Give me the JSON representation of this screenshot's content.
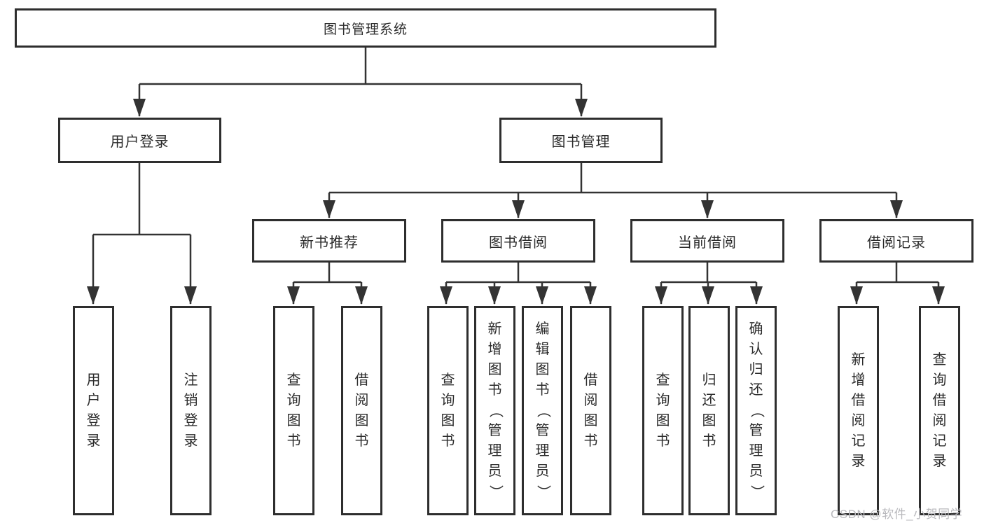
{
  "diagram": {
    "tree": {
      "label": "图书管理系统",
      "children": [
        {
          "label": "用户登录",
          "children": [
            {
              "label": "用户登录"
            },
            {
              "label": "注销登录"
            }
          ]
        },
        {
          "label": "图书管理",
          "children": [
            {
              "label": "新书推荐",
              "children": [
                {
                  "label": "查询图书"
                },
                {
                  "label": "借阅图书"
                }
              ]
            },
            {
              "label": "图书借阅",
              "children": [
                {
                  "label": "查询图书"
                },
                {
                  "label": "新增图书（管理员）"
                },
                {
                  "label": "编辑图书（管理员）"
                },
                {
                  "label": "借阅图书"
                }
              ]
            },
            {
              "label": "当前借阅",
              "children": [
                {
                  "label": "查询图书"
                },
                {
                  "label": "归还图书"
                },
                {
                  "label": "确认归还（管理员）"
                }
              ]
            },
            {
              "label": "借阅记录",
              "children": [
                {
                  "label": "新增借阅记录"
                },
                {
                  "label": "查询借阅记录"
                }
              ]
            }
          ]
        }
      ]
    },
    "watermark": "CSDN @软件_小贺同学",
    "colors": {
      "line": "#333333",
      "box_border": "#2e2e2e",
      "text": "#2b2b2b",
      "watermark": "#b9b9bd",
      "background": "#ffffff"
    }
  }
}
